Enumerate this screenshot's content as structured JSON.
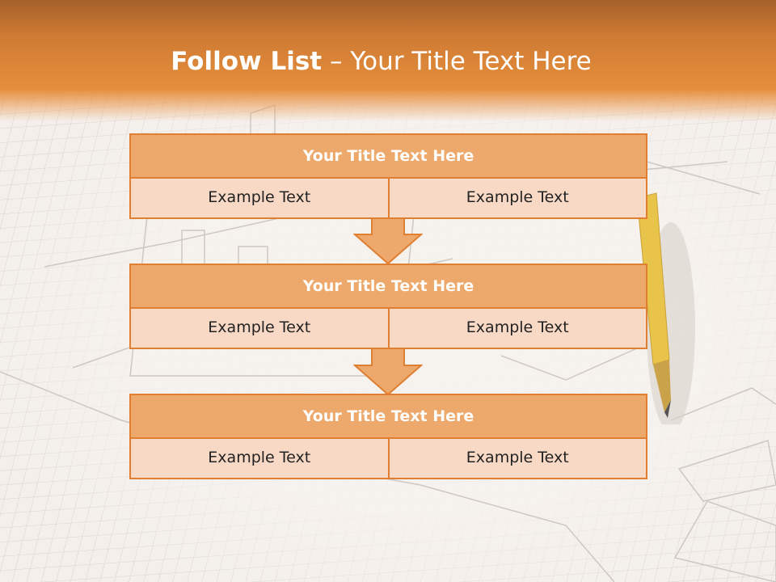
{
  "slide": {
    "title_bold": "Follow List",
    "title_rest": " – Your Title Text Here"
  },
  "blocks": [
    {
      "title": "Your Title Text Here",
      "left": "Example Text",
      "right": "Example Text"
    },
    {
      "title": "Your Title Text Here",
      "left": "Example Text",
      "right": "Example Text"
    },
    {
      "title": "Your Title Text Here",
      "left": "Example Text",
      "right": "Example Text"
    }
  ],
  "colors": {
    "header": "#e58e3c",
    "block_title_fill": "#eda96b",
    "block_border": "#e07f32",
    "cell_fill": "#f8d9c6"
  }
}
